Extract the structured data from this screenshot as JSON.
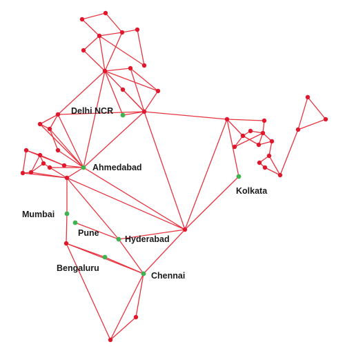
{
  "map": {
    "colors": {
      "network": "#e0182d",
      "city_marker": "#3fb34f",
      "label": "#1a1a1a"
    },
    "cities": [
      {
        "id": "delhi-ncr",
        "label": "Delhi NCR"
      },
      {
        "id": "ahmedabad",
        "label": "Ahmedabad"
      },
      {
        "id": "kolkata",
        "label": "Kolkata"
      },
      {
        "id": "mumbai",
        "label": "Mumbai"
      },
      {
        "id": "pune",
        "label": "Pune"
      },
      {
        "id": "hyderabad",
        "label": "Hyderabad"
      },
      {
        "id": "bengaluru",
        "label": "Bengaluru"
      },
      {
        "id": "chennai",
        "label": "Chennai"
      }
    ]
  }
}
